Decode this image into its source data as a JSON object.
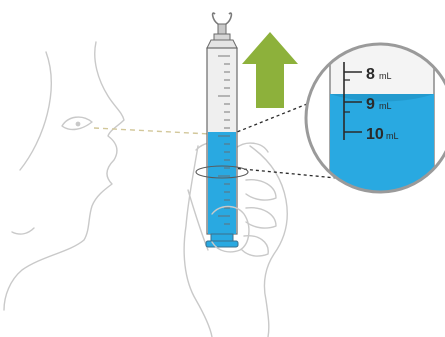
{
  "syringe": {
    "liquid_color": "#29a9e1",
    "plunger_color": "#e8e8e8"
  },
  "zoom_view": {
    "markings": [
      {
        "value": "8",
        "unit": "mL"
      },
      {
        "value": "9",
        "unit": "mL"
      },
      {
        "value": "10",
        "unit": "mL"
      }
    ],
    "liquid_color": "#29a9e1"
  },
  "arrow": {
    "direction": "up",
    "color": "#8db13b"
  },
  "icons": {
    "eye": "eye-icon",
    "arrow": "arrow-up-icon"
  }
}
